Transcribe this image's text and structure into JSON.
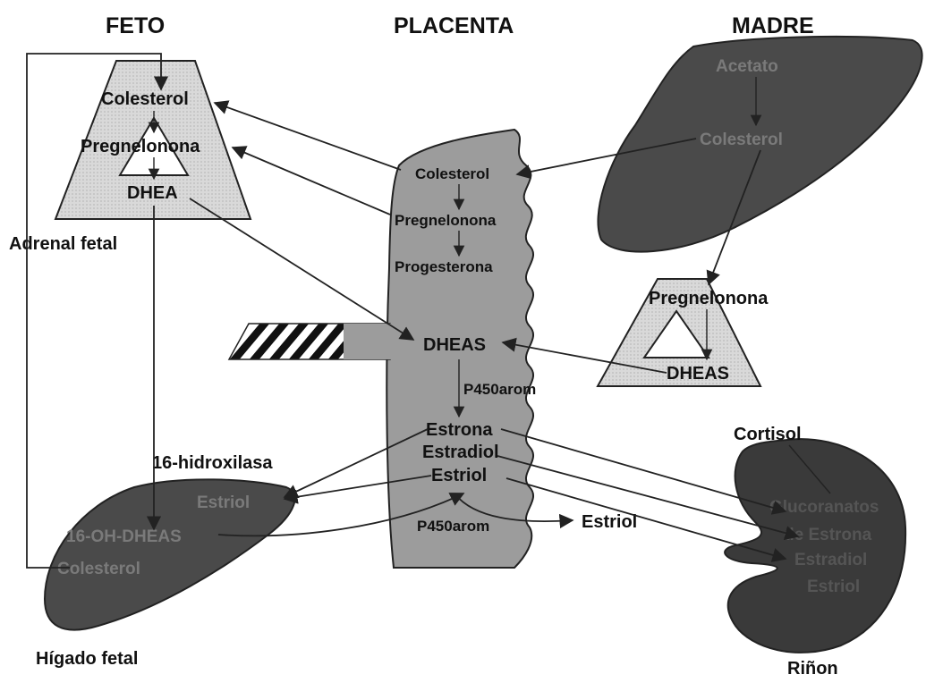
{
  "headers": {
    "feto": "FETO",
    "placenta": "PLACENTA",
    "madre": "MADRE"
  },
  "fetal_adrenal": {
    "colesterol": "Colesterol",
    "pregnelonona": "Pregnelonona",
    "dhea": "DHEA",
    "label": "Adrenal fetal"
  },
  "placenta": {
    "colesterol": "Colesterol",
    "pregnelonona": "Pregnelonona",
    "progesterona": "Progesterona",
    "dheas": "DHEAS",
    "p450arom": "P450arom",
    "estrona": "Estrona",
    "estradiol": "Estradiol",
    "estriol": "Estriol",
    "p450arom_bottom": "P450arom"
  },
  "mother_liver": {
    "acetato": "Acetato",
    "colesterol": "Colesterol"
  },
  "mother_adrenal": {
    "pregnelonona": "Pregnelonona",
    "dheas": "DHEAS"
  },
  "fetal_liver": {
    "hidroxilasa": "16-hidroxilasa",
    "estriol": "Estriol",
    "oh_dheas": "16-OH-DHEAS",
    "colesterol": "Colesterol",
    "label": "Hígado fetal"
  },
  "estriol_out": "Estriol",
  "kidney": {
    "cortisol": "Cortisol",
    "line1": "Glucoranatos",
    "line2": "de Estrona",
    "line3": "Estradiol",
    "line4": "Estriol",
    "label": "Riñon"
  }
}
